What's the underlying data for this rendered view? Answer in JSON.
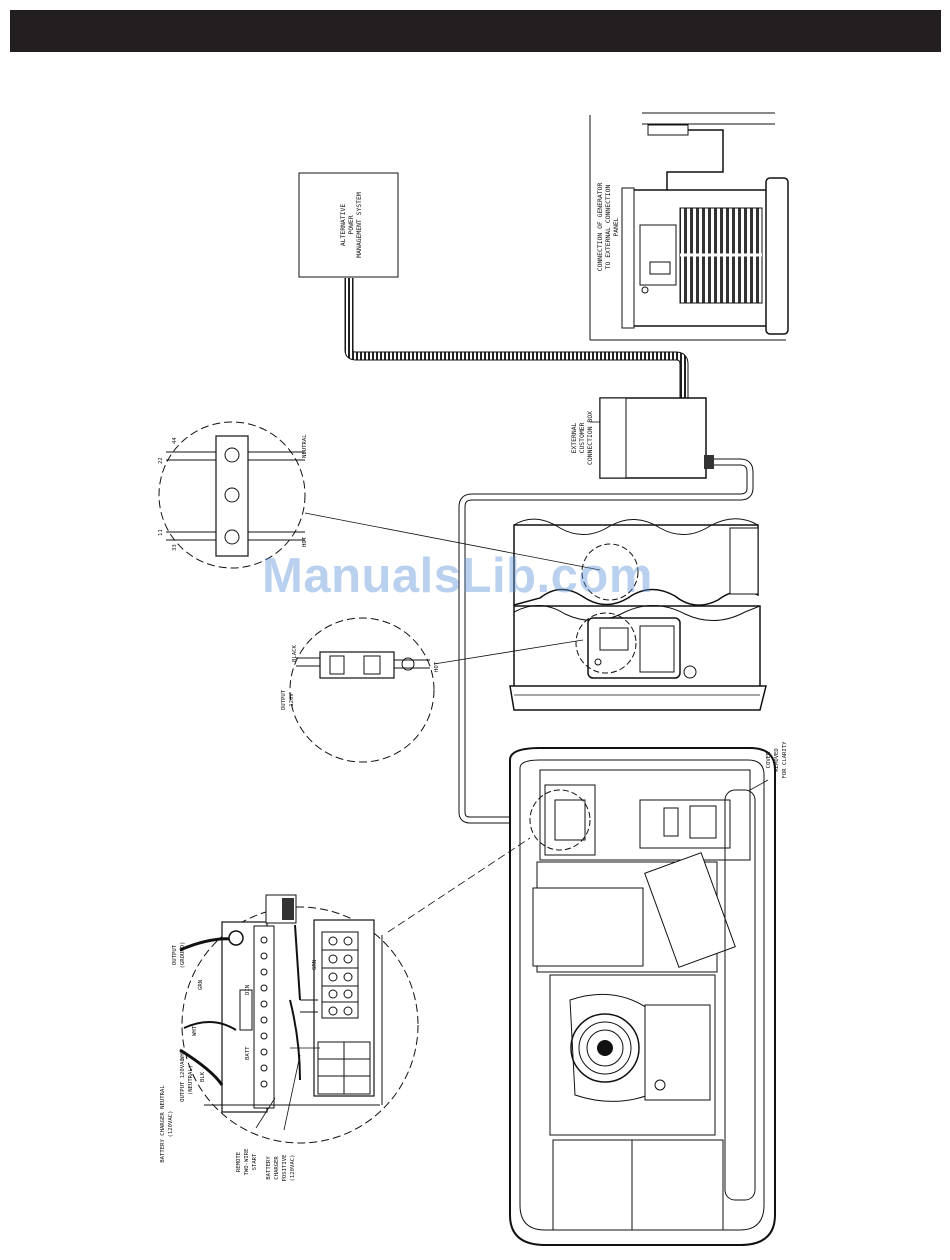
{
  "labels": {
    "alt_power_system": [
      "ALTERNATIVE",
      "POWER",
      "MANAGEMENT SYSTEM"
    ],
    "connection_caption": [
      "CONNECTION OF GENERATOR",
      "TO EXTERNAL CONNECTION",
      "PANEL"
    ],
    "external_box": [
      "EXTERNAL",
      "CUSTOMER",
      "CONNECTION BOX"
    ],
    "terminal_numbers": [
      "22",
      "44",
      "11",
      "33"
    ],
    "neutral": "NEUTRAL",
    "hot": "HOT",
    "black": "BLACK",
    "output_120v": [
      "OUTPUT",
      "120V"
    ],
    "cover_removed": [
      "COVER",
      "REMOVED",
      "FOR CLARITY"
    ],
    "output_ground": [
      "OUTPUT",
      "(GROUND)"
    ],
    "battery_charger_neutral": [
      "BATTERY CHARGER NEUTRAL",
      "(120VAC)"
    ],
    "output_120vac_neutral": [
      "OUTPUT 120VAC",
      "(NEUTRAL)"
    ],
    "remote_two_wire": [
      "REMOTE",
      "TWO-WIRE",
      "START"
    ],
    "battery_charger_positive": [
      "BATTERY",
      "CHARGER",
      "POSITIVE",
      "(120VAC)"
    ],
    "wire_tags": [
      "GRN",
      "WHT",
      "WHT",
      "BLK",
      "GRN"
    ],
    "terminal_marks": [
      "DIN",
      "BATT"
    ]
  },
  "watermark": "ManualsLib.com"
}
